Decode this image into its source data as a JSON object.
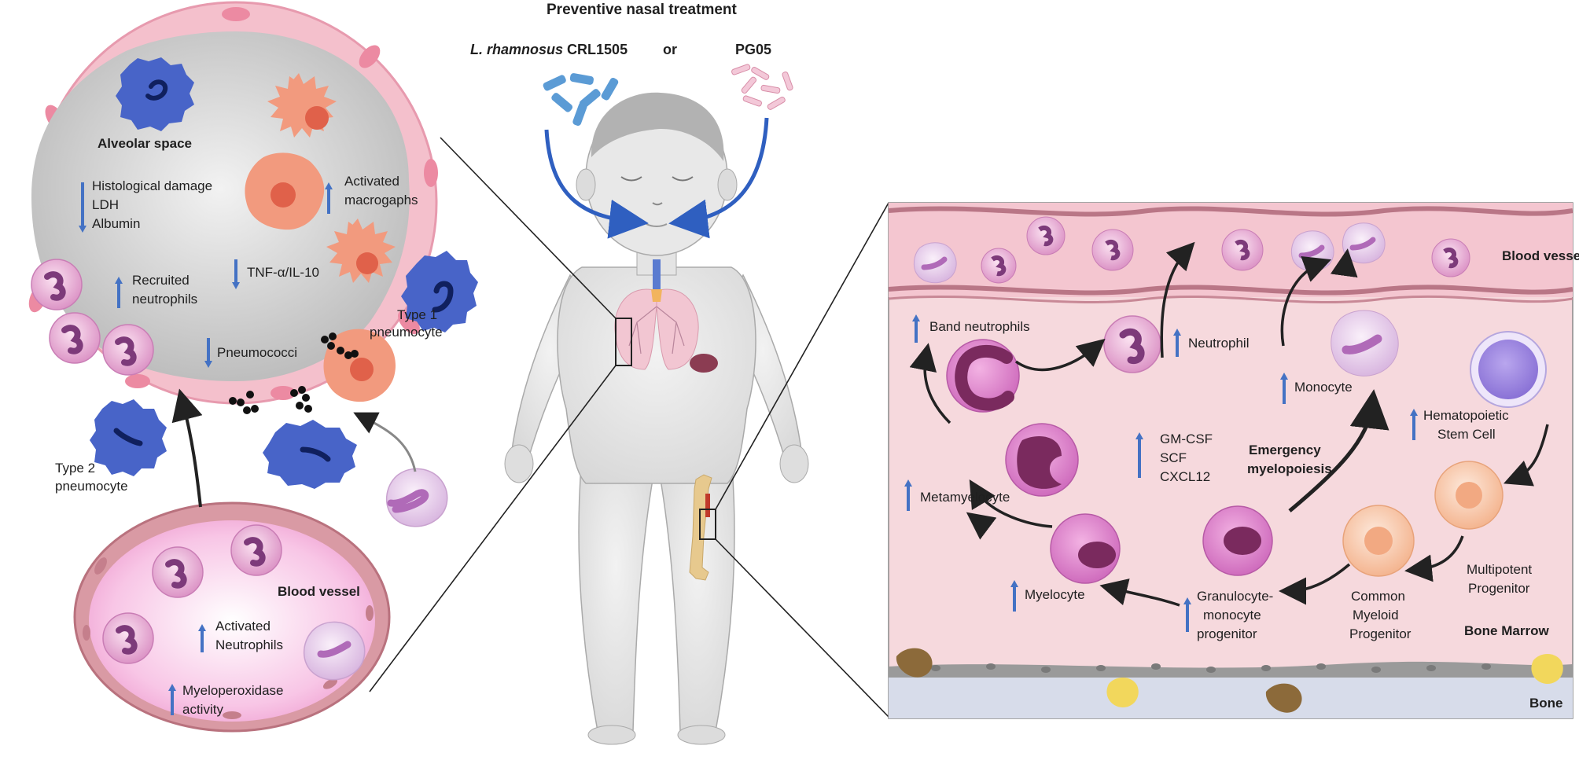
{
  "header": {
    "title": "Preventive nasal treatment",
    "strain_italic": "L. rhamnosus",
    "strain_code": "CRL1505",
    "or_text": "or",
    "alt_treatment": "PG05"
  },
  "alveolus": {
    "space_label": "Alveolar space",
    "decrease_list": [
      "Histological damage",
      "LDH",
      "Albumin"
    ],
    "activated_macrophages": [
      "Activated",
      "macrogaphs"
    ],
    "recruited_neutrophils": [
      "Recruited",
      "neutrophils"
    ],
    "cytokine_ratio": "TNF-α/IL-10",
    "pneumococci": "Pneumococci",
    "type1": [
      "Type 1",
      "pneumocyte"
    ],
    "type2": [
      "Type 2",
      "pneumocyte"
    ]
  },
  "blood_left": {
    "label": "Blood vessel",
    "activated_neutrophils": [
      "Activated",
      "Neutrophils"
    ],
    "mpo": [
      "Myeloperoxidase",
      "activity"
    ]
  },
  "marrow": {
    "blood_vessel": "Blood vessel",
    "band_neutrophils": "Band neutrophils",
    "neutrophil": "Neutrophil",
    "monocyte": "Monocyte",
    "hsc": [
      "Hematopoietic",
      "Stem Cell"
    ],
    "cytokines": [
      "GM-CSF",
      "SCF",
      "CXCL12"
    ],
    "emergency": [
      "Emergency",
      "myelopoiesis"
    ],
    "metamyelocyte": "Metamyelocyte",
    "myelocyte": "Myelocyte",
    "gmp": [
      "Granulocyte-",
      "monocyte",
      "progenitor"
    ],
    "cmp": [
      "Common",
      "Myeloid",
      "Progenitor"
    ],
    "mpp": [
      "Multipotent",
      "Progenitor"
    ],
    "bone_marrow": "Bone Marrow",
    "bone": "Bone"
  },
  "colors": {
    "arrow_blue": "#4472c4",
    "pneumocyte_blue": "#3f5dbf",
    "macrophage_orange": "#f0957c",
    "neutrophil_pink": "#e8a8d8",
    "marrow_bg": "#f6d6da",
    "lung_pink": "#f2b8c6"
  }
}
